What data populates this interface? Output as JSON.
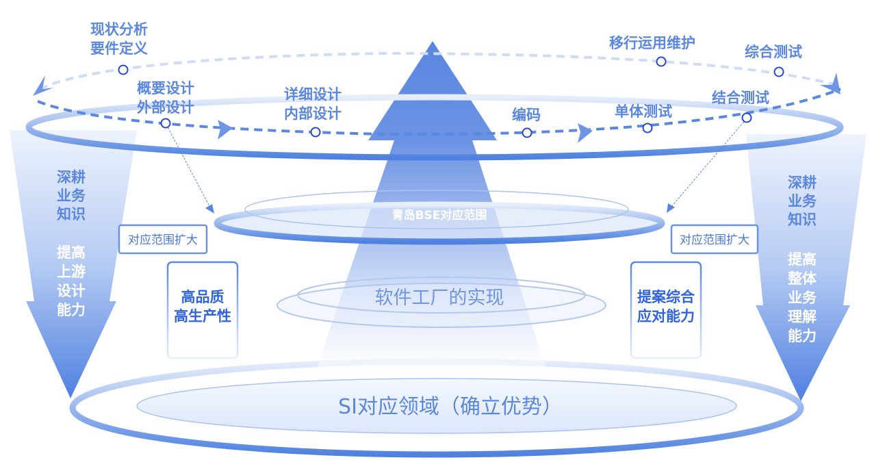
{
  "cycle": {
    "back_nodes": [
      {
        "lines": [
          "现状分析",
          "要件定义"
        ]
      },
      {
        "lines": [
          "移行运用维护"
        ]
      },
      {
        "lines": [
          "综合测试"
        ]
      }
    ],
    "front_nodes": [
      {
        "lines": [
          "概要设计",
          "外部设计"
        ]
      },
      {
        "lines": [
          "详细设计",
          "内部设计"
        ]
      },
      {
        "lines": [
          "编码"
        ]
      },
      {
        "lines": [
          "单体测试"
        ]
      },
      {
        "lines": [
          "结合测试"
        ]
      }
    ]
  },
  "center": {
    "bse_scope": "青岛BSE对应范围",
    "software_factory": "软件工厂的实现",
    "si_domain": "SI对应领域（确立优势）"
  },
  "left": {
    "arrow_lines_1": [
      "深耕",
      "业务",
      "知识"
    ],
    "arrow_lines_2": [
      "提高",
      "上游",
      "设计",
      "能力"
    ],
    "expand_box": "对应范围扩大",
    "tall_box": [
      "高品质",
      "高生产性"
    ]
  },
  "right": {
    "arrow_lines_1": [
      "深耕",
      "业务",
      "知识"
    ],
    "arrow_lines_2": [
      "提高",
      "整体",
      "业务",
      "理解",
      "能力"
    ],
    "expand_box": "对应范围扩大",
    "tall_box": [
      "提案综合",
      "应对能力"
    ]
  },
  "colors": {
    "accent": "#5b87de",
    "node": "#2448d0",
    "box_text": "#2f62e0"
  }
}
